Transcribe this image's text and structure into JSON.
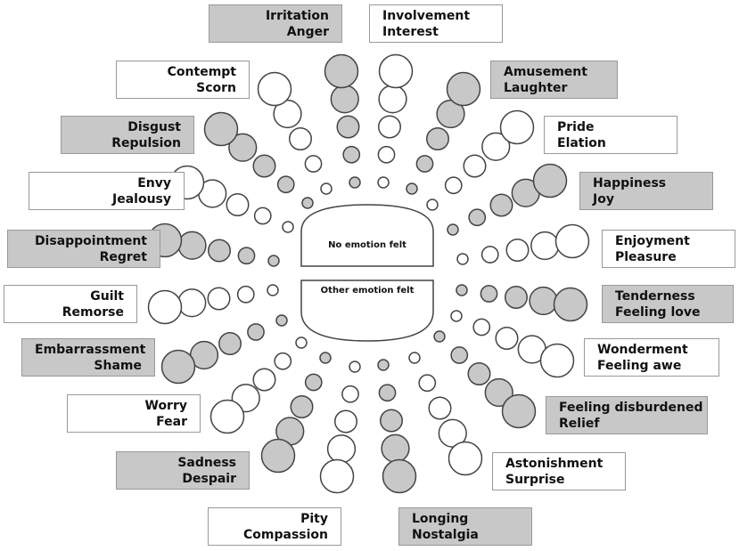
{
  "colors": {
    "shaded": "#c8c8c8",
    "unshaded": "#ffffff",
    "stroke": "#444444"
  },
  "center": {
    "top_label": "No emotion felt",
    "bottom_label": "Other emotion felt"
  },
  "families": [
    {
      "line1": "Irritation",
      "line2": "Anger",
      "shaded": true
    },
    {
      "line1": "Involvement",
      "line2": "Interest",
      "shaded": false
    },
    {
      "line1": "Contempt",
      "line2": "Scorn",
      "shaded": false
    },
    {
      "line1": "Amusement",
      "line2": "Laughter",
      "shaded": true
    },
    {
      "line1": "Disgust",
      "line2": "Repulsion",
      "shaded": true
    },
    {
      "line1": "Pride",
      "line2": "Elation",
      "shaded": false
    },
    {
      "line1": "Envy",
      "line2": "Jealousy",
      "shaded": false
    },
    {
      "line1": "Happiness",
      "line2": "Joy",
      "shaded": true
    },
    {
      "line1": "Disappointment",
      "line2": "Regret",
      "shaded": true
    },
    {
      "line1": "Enjoyment",
      "line2": "Pleasure",
      "shaded": false
    },
    {
      "line1": "Guilt",
      "line2": "Remorse",
      "shaded": false
    },
    {
      "line1": "Tenderness",
      "line2": "Feeling love",
      "shaded": true
    },
    {
      "line1": "Embarrassment",
      "line2": "Shame",
      "shaded": true
    },
    {
      "line1": "Wonderment",
      "line2": "Feeling awe",
      "shaded": false
    },
    {
      "line1": "Worry",
      "line2": "Fear",
      "shaded": false
    },
    {
      "line1": "Feeling disburdened",
      "line2": "Relief",
      "shaded": true
    },
    {
      "line1": "Sadness",
      "line2": "Despair",
      "shaded": true
    },
    {
      "line1": "Astonishment",
      "line2": "Surprise",
      "shaded": false
    },
    {
      "line1": "Pity",
      "line2": "Compassion",
      "shaded": false
    },
    {
      "line1": "Longing",
      "line2": "Nostalgia",
      "shaded": true
    }
  ]
}
